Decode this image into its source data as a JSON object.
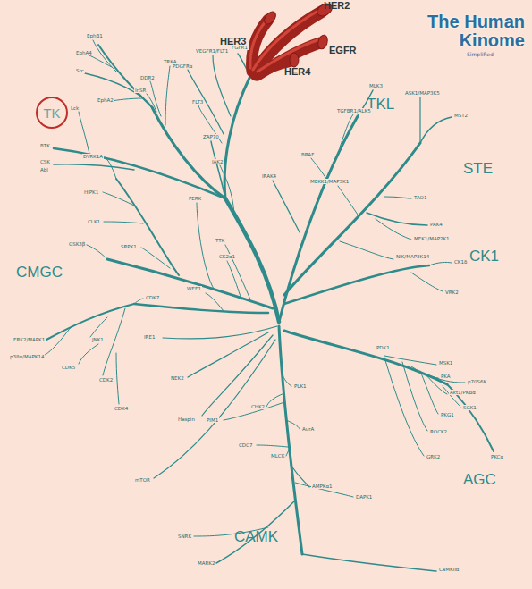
{
  "diagram": {
    "title": "The Human Kinome",
    "nodes": [
      {
        "text": [
          "TK"
        ]
      }
    ],
    "labels": [
      "Simplified",
      "HER2",
      "HER3",
      "EGFR",
      "HER4",
      "TKL",
      "STE",
      "CK1",
      "AGC",
      "CAMK",
      "CMGC",
      "FGFR1",
      "VEGFR1/FLT1",
      "PDGFRα",
      "FLT3",
      "TRKA",
      "DDR2",
      "InSR",
      "EphB1",
      "EphA4",
      "EphA2",
      "Src",
      "Lck",
      "BTK",
      "CSK",
      "Abl",
      "ZAP70",
      "JAK2",
      "MLK3",
      "TGFBR1/ALK5",
      "BRAF",
      "IRAK4",
      "MST2",
      "ASK1/MAP3K5",
      "MEKK1/MAP3K1",
      "TAO1",
      "PAK4",
      "MEK1/MAP2K1",
      "NIK/MAP3K14",
      "CK1δ",
      "VRK2",
      "PDK1",
      "MSK1",
      "PKA",
      "p70S6K",
      "Akt1/PKBα",
      "SGK1",
      "PKG1",
      "ROCK2",
      "GRK2",
      "PKCα",
      "CaMKIIα",
      "AMPKα1",
      "DAPK1",
      "MLCK",
      "CHK2",
      "PLK1",
      "AurA",
      "CDC7",
      "MARK2",
      "SNRK",
      "PIM1",
      "DYRK1A",
      "HIPK1",
      "CLK1",
      "GSK3β",
      "SRPK1",
      "CK2α1",
      "TTK",
      "PERK",
      "ERK2/MAPK1",
      "p38α/MAPK14",
      "JNK1",
      "CDK2",
      "CDK5",
      "CDK7",
      "CDK4",
      "WEE1",
      "IRE1",
      "NEK2",
      "Haspin",
      "mTOR"
    ]
  }
}
